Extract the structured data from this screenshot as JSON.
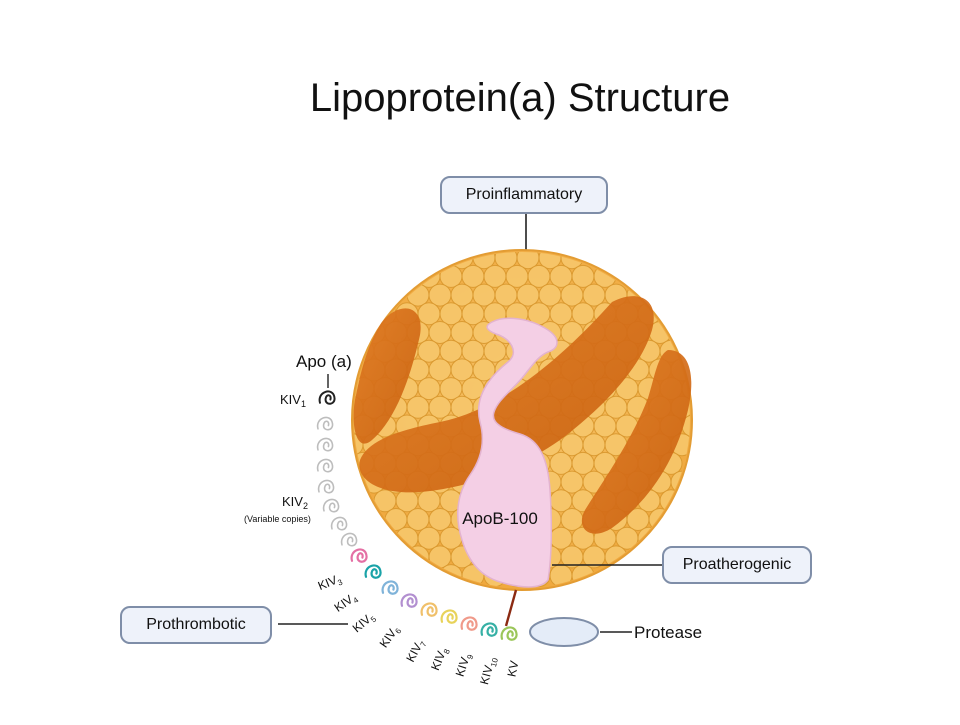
{
  "title": "Lipoprotein(a) Structure",
  "labels": {
    "proinflammatory": "Proinflammatory",
    "proatherogenic": "Proatherogenic",
    "prothrombotic": "Prothrombotic",
    "protease": "Protease",
    "apob": "ApoB-100",
    "apoa": "Apo (a)",
    "variable_copies": "(Variable copies)"
  },
  "kringles": [
    {
      "main": "KIV",
      "sub": "1"
    },
    {
      "main": "KIV",
      "sub": "2"
    },
    {
      "main": "KIV",
      "sub": "3"
    },
    {
      "main": "KIV",
      "sub": "4"
    },
    {
      "main": "KIV",
      "sub": "5"
    },
    {
      "main": "KIV",
      "sub": "6"
    },
    {
      "main": "KIV",
      "sub": "7"
    },
    {
      "main": "KIV",
      "sub": "8"
    },
    {
      "main": "KIV",
      "sub": "9"
    },
    {
      "main": "KIV",
      "sub": "10"
    },
    {
      "main": "KV",
      "sub": ""
    }
  ],
  "colors": {
    "particle": "#f2b24a",
    "bead_fill": "#f7c76c",
    "bead_stroke": "#d9982f",
    "apolipoprotein_band": "#d96f1c",
    "apob": "#f4cfe5",
    "pill_border": "#7f8ea8",
    "pill_fill": "#eef2fa",
    "linker": "#8b2a12",
    "kiv2_gray": "#bdbdbd",
    "kiv3": "#e46fa4",
    "kiv4": "#1aa3a8",
    "kiv5": "#7fb3d9",
    "kiv6": "#b28fd0",
    "kiv7": "#f0c06a",
    "kiv8": "#e8d35a",
    "kiv9": "#f09a8a",
    "kiv10": "#36b0a5",
    "kv": "#9bc65a"
  }
}
